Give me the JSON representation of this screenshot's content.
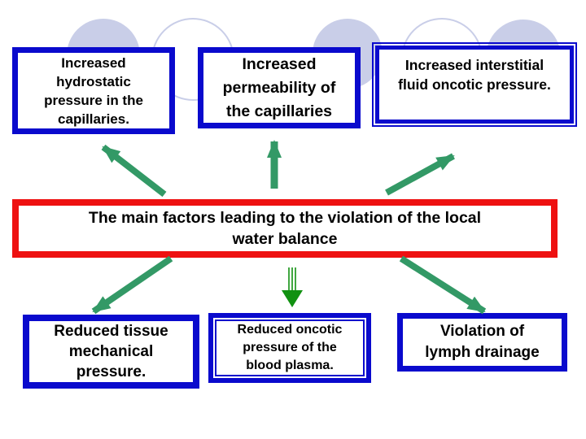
{
  "slide": {
    "main_box": {
      "line1": "The main factors leading to the violation of the local",
      "line2": "water balance"
    },
    "top_boxes": {
      "hydrostatic": {
        "line1": "Increased",
        "line2": "hydrostatic",
        "line3": "pressure in the",
        "line4": "capillaries."
      },
      "permeability": {
        "line1": "Increased",
        "line2": "permeability of",
        "line3": "the capillaries"
      },
      "interstitial": {
        "line1": "Increased interstitial",
        "line2": "fluid oncotic pressure."
      }
    },
    "bottom_boxes": {
      "tissue": {
        "line1": "Reduced tissue",
        "line2": "mechanical",
        "line3": "pressure."
      },
      "oncotic": {
        "line1": "Reduced oncotic",
        "line2": "pressure of the",
        "line3": "blood plasma."
      },
      "lymph": {
        "line1": "Violation of",
        "line2": "lymph drainage"
      }
    }
  },
  "colors": {
    "box_border_blue": "#0a0acd",
    "main_border_red": "#ee1111",
    "arrow_green": "#339966",
    "arrow_dark_green": "#119111",
    "circle_fill": "#c9cee8",
    "text": "#000000",
    "background": "#ffffff"
  }
}
